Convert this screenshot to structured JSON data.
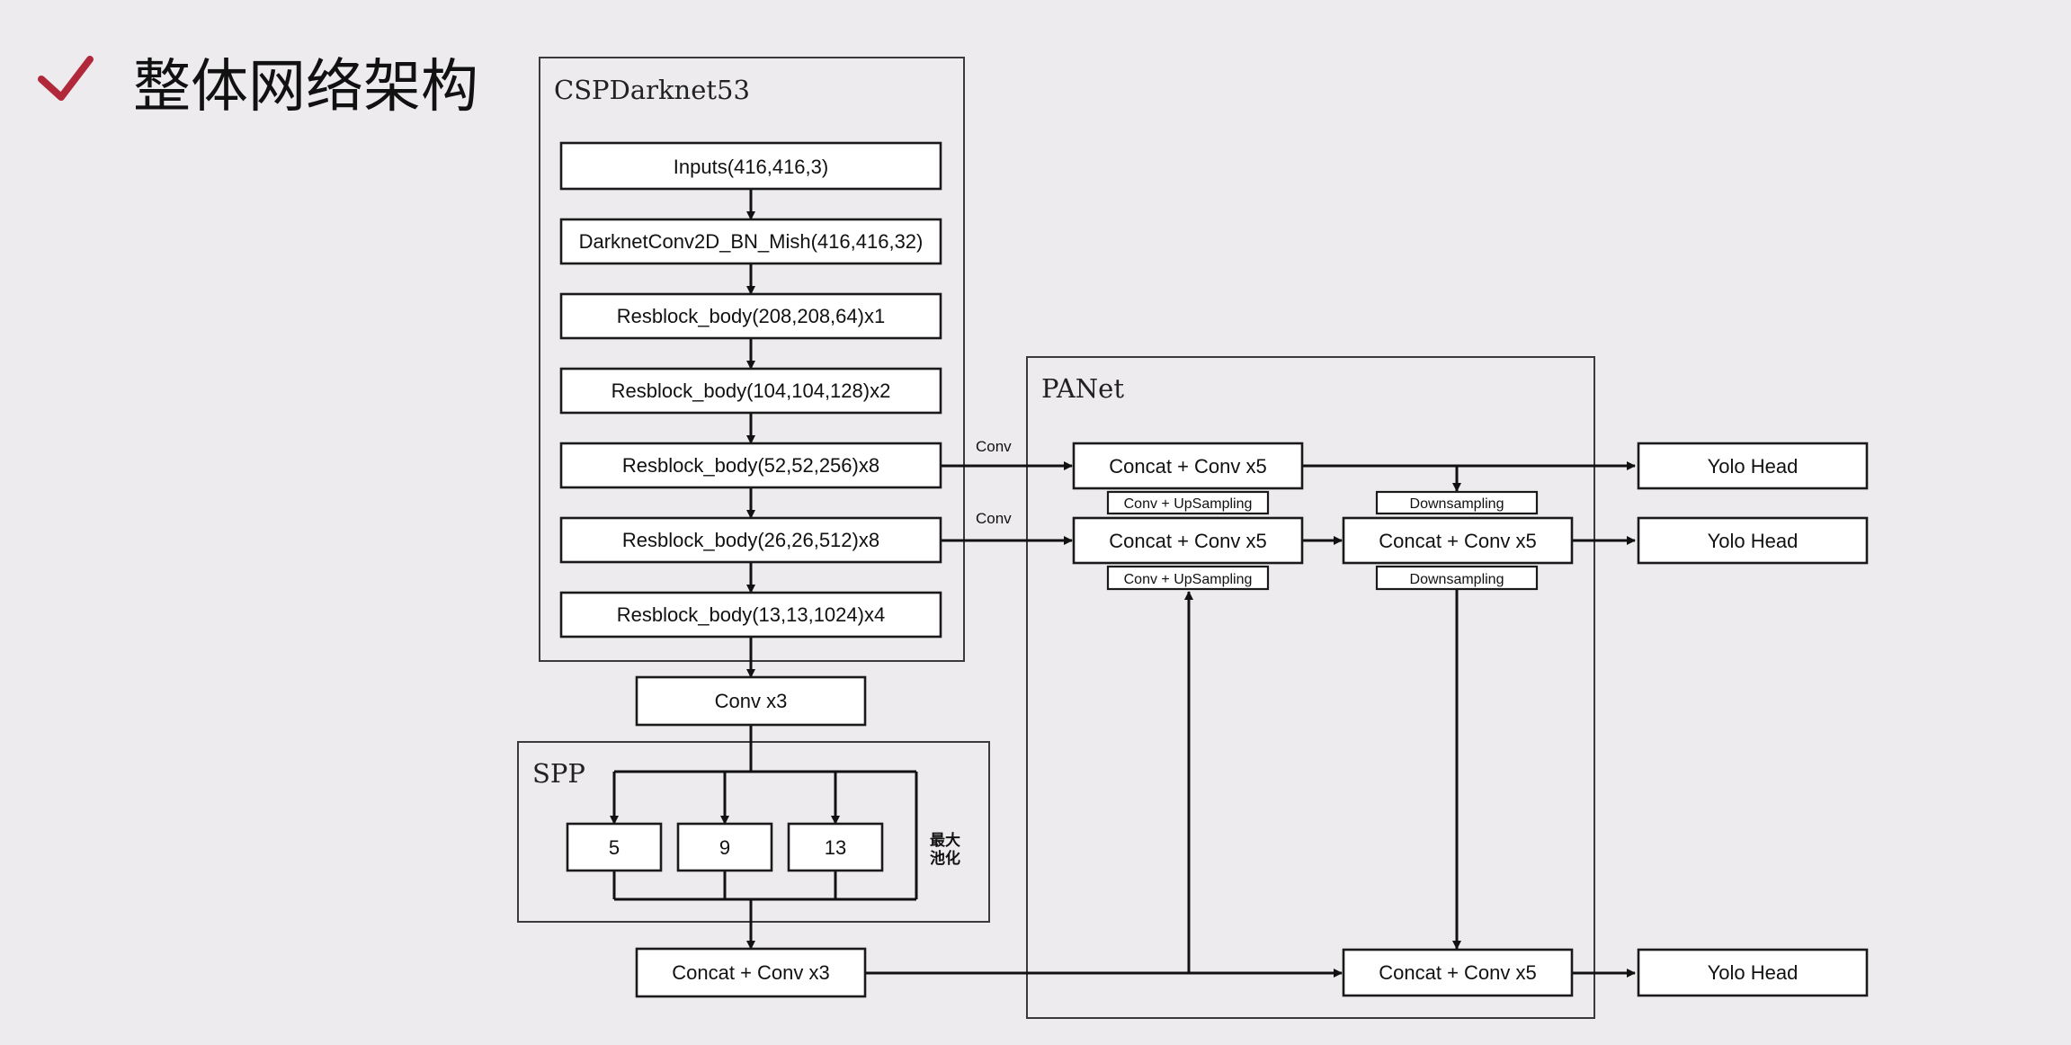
{
  "page": {
    "title": "整体网络架构",
    "accent_color": "#b0283a",
    "icon": "checkmark-icon"
  },
  "groups": {
    "backbone": "CSPDarknet53",
    "spp": "SPP",
    "panet": "PANet"
  },
  "backbone_blocks": [
    "Inputs(416,416,3)",
    "DarknetConv2D_BN_Mish(416,416,32)",
    "Resblock_body(208,208,64)x1",
    "Resblock_body(104,104,128)x2",
    "Resblock_body(52,52,256)x8",
    "Resblock_body(26,26,512)x8",
    "Resblock_body(13,13,1024)x4"
  ],
  "neck": {
    "conv3_top": "Conv x3",
    "pool_sizes": [
      "5",
      "9",
      "13"
    ],
    "pool_note_line1": "最大",
    "pool_note_line2": "池化",
    "concat_bottom": "Concat + Conv x3"
  },
  "panet": {
    "concat_top": "Concat + Conv x5",
    "concat_mid_left": "Concat + Conv x5",
    "concat_mid_right": "Concat + Conv x5",
    "concat_bottom": "Concat + Conv x5",
    "upsample_top": "Conv + UpSampling",
    "upsample_bottom": "Conv + UpSampling",
    "downsample_top": "Downsampling",
    "downsample_bottom": "Downsampling"
  },
  "edge_labels": {
    "conv_top": "Conv",
    "conv_mid": "Conv"
  },
  "heads": [
    "Yolo Head",
    "Yolo Head",
    "Yolo Head"
  ]
}
